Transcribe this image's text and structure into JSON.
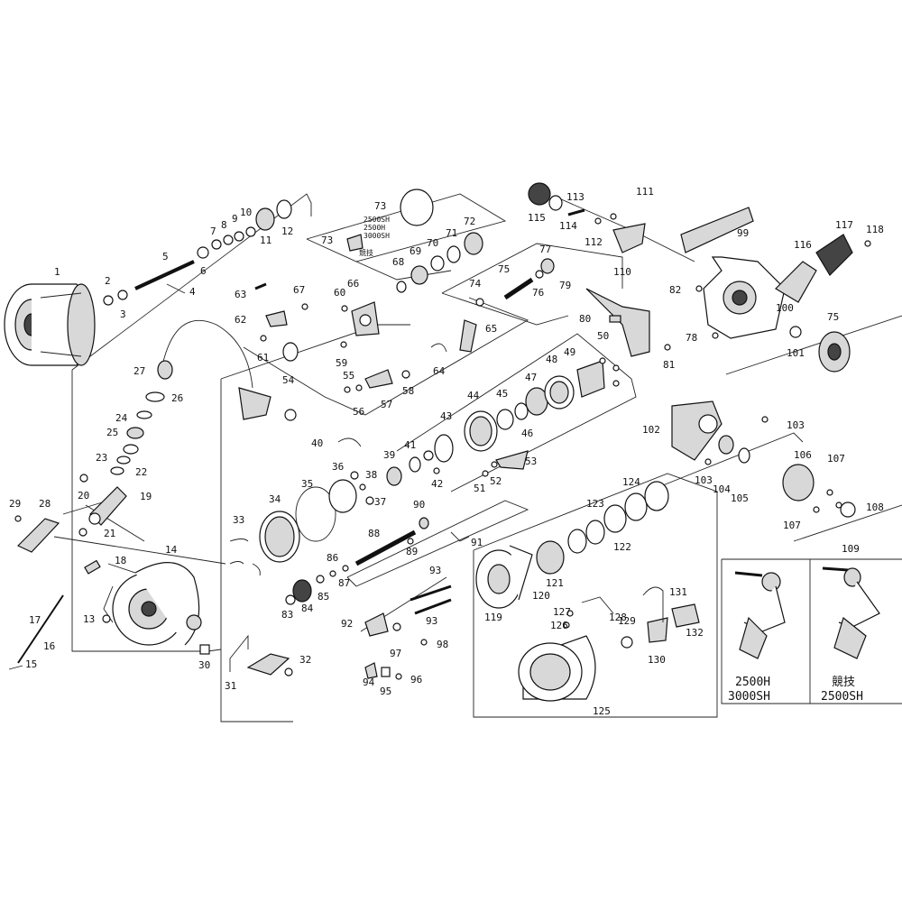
{
  "labels": [
    "1",
    "2",
    "3",
    "4",
    "5",
    "6",
    "7",
    "8",
    "9",
    "10",
    "11",
    "12",
    "13",
    "14",
    "15",
    "16",
    "17",
    "18",
    "19",
    "20",
    "21",
    "22",
    "23",
    "24",
    "25",
    "26",
    "27",
    "28",
    "29",
    "30",
    "31",
    "32",
    "33",
    "34",
    "35",
    "36",
    "37",
    "38",
    "39",
    "40",
    "41",
    "42",
    "43",
    "44",
    "45",
    "46",
    "47",
    "48",
    "49",
    "50",
    "51",
    "52",
    "53",
    "54",
    "55",
    "56",
    "57",
    "58",
    "59",
    "60",
    "61",
    "62",
    "63",
    "64",
    "65",
    "66",
    "67",
    "68",
    "69",
    "70",
    "71",
    "72",
    "73",
    "74",
    "75",
    "76",
    "77",
    "78",
    "79",
    "80",
    "81",
    "82",
    "83",
    "84",
    "85",
    "86",
    "87",
    "88",
    "89",
    "90",
    "91",
    "92",
    "93",
    "94",
    "95",
    "96",
    "97",
    "98",
    "99",
    "100",
    "101",
    "102",
    "103",
    "104",
    "105",
    "106",
    "107",
    "108",
    "109",
    "110",
    "111",
    "112",
    "113",
    "114",
    "115",
    "116",
    "117",
    "118",
    "119",
    "120",
    "121",
    "122",
    "123",
    "124",
    "125",
    "126",
    "127",
    "128",
    "129",
    "130",
    "131",
    "132"
  ],
  "notes": {
    "model_list": [
      "2500SH",
      "2500H",
      "3000SH"
    ],
    "kanji": "競技"
  },
  "captions": {
    "handle_a_line1": "2500H",
    "handle_a_line2": "3000SH",
    "handle_b_line1": "競技",
    "handle_b_line2": "2500SH"
  }
}
